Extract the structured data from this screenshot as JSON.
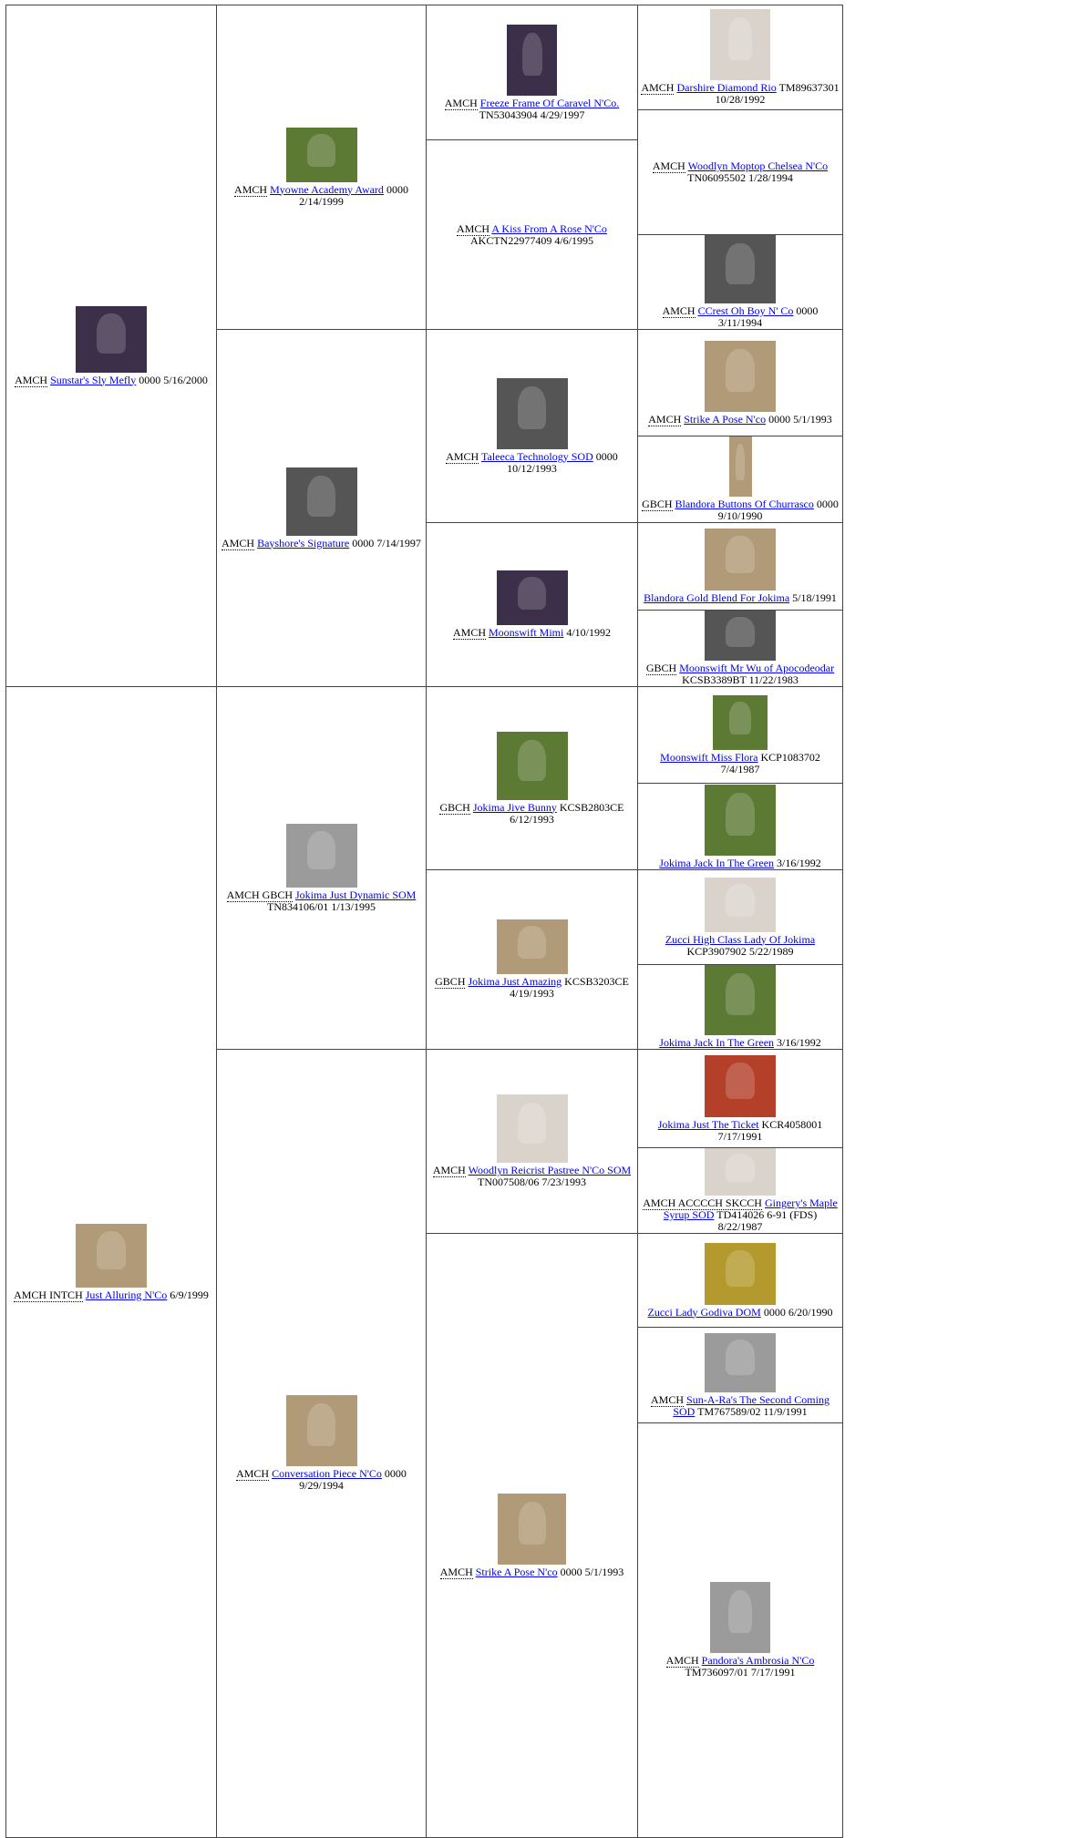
{
  "tree": {
    "g1": [
      {
        "title": "AMCH",
        "name": "Sunstar's Sly Mefly",
        "info": "0000 5/16/2000",
        "photo": "dark"
      },
      {
        "title": "AMCH INTCH",
        "name": "Just Alluring N'Co",
        "info": "6/9/1999",
        "photo": "tan"
      }
    ],
    "g2": [
      {
        "title": "AMCH",
        "name": "Myowne Academy Award",
        "info": "0000 2/14/1999",
        "photo": "green"
      },
      {
        "title": "AMCH",
        "name": "Bayshore's Signature",
        "info": "0000 7/14/1997",
        "photo": "bw"
      },
      {
        "title": "AMCH GBCH",
        "name": "Jokima Just Dynamic SOM",
        "info": "TN834106/01 1/13/1995",
        "photo": "grey"
      },
      {
        "title": "AMCH",
        "name": "Conversation Piece N'Co",
        "info": "0000 9/29/1994",
        "photo": "tan"
      }
    ],
    "g3": [
      {
        "title": "AMCH",
        "name": "Freeze Frame Of Caravel N'Co.",
        "info": "TN53043904 4/29/1997",
        "photo": "dark"
      },
      {
        "title": "AMCH",
        "name": "A Kiss From A Rose N'Co",
        "info": "AKCTN22977409 4/6/1995",
        "photo": ""
      },
      {
        "title": "AMCH",
        "name": "Taleeca Technology SOD",
        "info": "0000 10/12/1993",
        "photo": "bw"
      },
      {
        "title": "AMCH",
        "name": "Moonswift Mimi",
        "info": "4/10/1992",
        "photo": "dark"
      },
      {
        "title": "GBCH",
        "name": "Jokima Jive Bunny",
        "info": "KCSB2803CE 6/12/1993",
        "photo": "green"
      },
      {
        "title": "GBCH",
        "name": "Jokima Just Amazing",
        "info": "KCSB3203CE 4/19/1993",
        "photo": "tan"
      },
      {
        "title": "AMCH",
        "name": "Woodlyn Reicrist Pastree N'Co SOM",
        "info": "TN007508/06 7/23/1993",
        "photo": "light"
      },
      {
        "title": "AMCH",
        "name": "Strike A Pose N'co",
        "info": "0000 5/1/1993",
        "photo": "tan"
      }
    ],
    "g4": [
      {
        "title": "AMCH",
        "name": "Darshire Diamond Rio",
        "info": "TM89637301 10/28/1992",
        "photo": "light"
      },
      {
        "title": "AMCH",
        "name": "Woodlyn Moptop Chelsea N'Co",
        "info": "TN06095502 1/28/1994",
        "photo": ""
      },
      {
        "title": "AMCH",
        "name": "CCrest Oh Boy N' Co",
        "info": "0000 3/11/1994",
        "photo": "bw"
      },
      {
        "title": "AMCH",
        "name": "Strike A Pose N'co",
        "info": "0000 5/1/1993",
        "photo": "tan"
      },
      {
        "title": "GBCH",
        "name": "Blandora Buttons Of Churrasco",
        "info": "0000 9/10/1990",
        "photo": "tan"
      },
      {
        "title": "",
        "name": "Blandora Gold Blend For Jokima",
        "info": "5/18/1991",
        "photo": "tan"
      },
      {
        "title": "GBCH",
        "name": "Moonswift Mr Wu of Apocodeodar",
        "info": "KCSB3389BT 11/22/1983",
        "photo": "bw"
      },
      {
        "title": "",
        "name": "Moonswift Miss Flora",
        "info": "KCP1083702 7/4/1987",
        "photo": "green"
      },
      {
        "title": "",
        "name": "Jokima Jack In The Green",
        "info": "3/16/1992",
        "photo": "green"
      },
      {
        "title": "",
        "name": "Zucci High Class Lady Of Jokima",
        "info": "KCP3907902 5/22/1989",
        "photo": "light"
      },
      {
        "title": "",
        "name": "Jokima Jack In The Green",
        "info": "3/16/1992",
        "photo": "green"
      },
      {
        "title": "",
        "name": "Jokima Just The Ticket",
        "info": "KCR4058001 7/17/1991",
        "photo": "red"
      },
      {
        "title": "AMCH ACCCCH SKCCH",
        "name": "Gingery's Maple Syrup SOD",
        "info": "TD414026 6-91 (FDS) 8/22/1987",
        "photo": "light"
      },
      {
        "title": "",
        "name": "Zucci Lady Godiva DOM",
        "info": "0000 6/20/1990",
        "photo": "yellow"
      },
      {
        "title": "AMCH",
        "name": "Sun-A-Ra's The Second Coming SOD",
        "info": "TM767589/02 11/9/1991",
        "photo": "grey"
      },
      {
        "title": "AMCH",
        "name": "Pandora's Ambrosia N'Co",
        "info": "TM736097/01 7/17/1991",
        "photo": "grey"
      }
    ]
  }
}
